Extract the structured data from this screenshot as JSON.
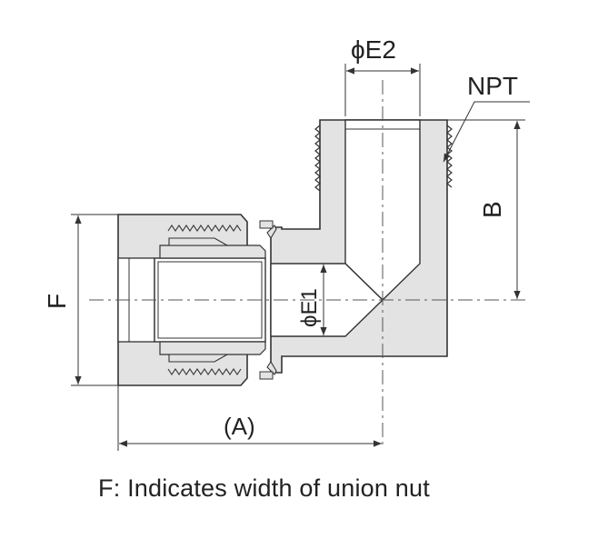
{
  "labels": {
    "e2": "ϕE2",
    "npt": "NPT",
    "b": "B",
    "f": "F",
    "e1": "ϕE1",
    "a": "(A)"
  },
  "caption": "F: Indicates width of union nut",
  "colors": {
    "body_fill": "#e3e3e3",
    "outline": "#333333",
    "dim_line": "#333333",
    "centerline": "#555555",
    "background": "#ffffff"
  }
}
